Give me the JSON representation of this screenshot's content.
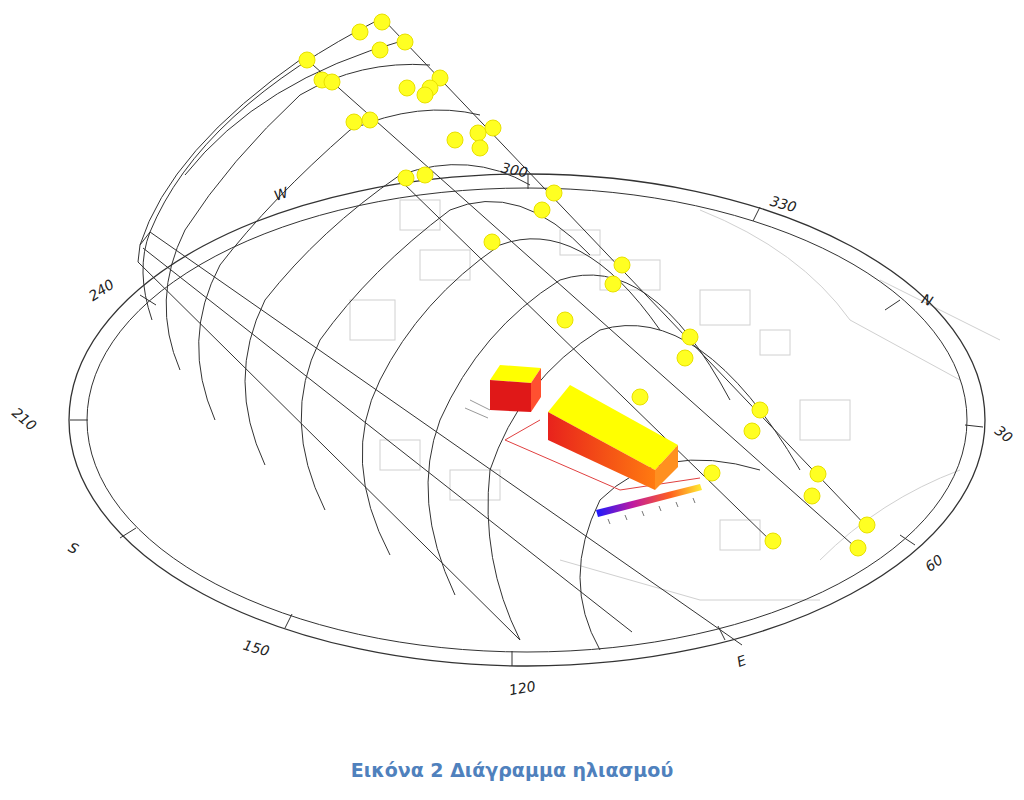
{
  "diagram": {
    "caption": "Εικόνα 2 Διάγραμμα ηλιασμού",
    "labels": [
      "300",
      "330",
      "N",
      "30",
      "60",
      "E",
      "120",
      "150",
      "S",
      "210",
      "240",
      "W"
    ]
  }
}
